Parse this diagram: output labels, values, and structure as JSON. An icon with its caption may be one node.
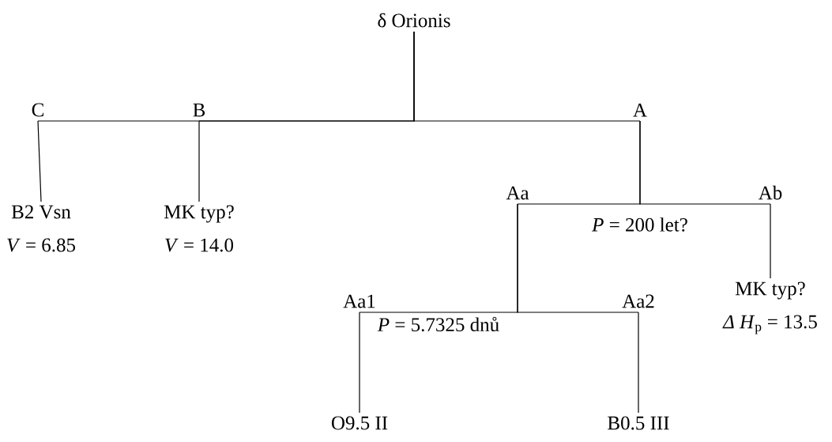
{
  "diagram": {
    "nodes": [
      {
        "text": [
          "δ Orionis"
        ]
      },
      {
        "text": [
          "C"
        ]
      },
      {
        "text": [
          "B"
        ]
      },
      {
        "text": [
          "A"
        ]
      },
      {
        "text": [
          "B2 Vsn",
          "*V* = 6.85"
        ]
      },
      {
        "text": [
          "MK typ?",
          "*V* = 14.0"
        ]
      },
      {
        "text": [
          "Aa"
        ]
      },
      {
        "text": [
          "Ab"
        ]
      },
      {
        "text": [
          "Aa1"
        ]
      },
      {
        "text": [
          "Aa2"
        ]
      },
      {
        "text": [
          "MK typ?",
          "*Δ H*$_{p}$ = 13.5"
        ]
      },
      {
        "text": [
          "O9.5 II"
        ]
      },
      {
        "text": [
          "B0.5 III"
        ]
      }
    ],
    "edges": [
      {
        "from": 0,
        "to": 1,
        "arrow": "none"
      },
      {
        "from": 0,
        "to": 2,
        "arrow": "none"
      },
      {
        "from": 0,
        "to": 3,
        "arrow": "none"
      },
      {
        "from": 1,
        "to": 4,
        "arrow": "none"
      },
      {
        "from": 2,
        "to": 5,
        "arrow": "none"
      },
      {
        "from": 3,
        "to": 6,
        "arrow": "none"
      },
      {
        "from": 3,
        "to": 7,
        "arrow": "none"
      },
      {
        "from": 6,
        "to": 8,
        "arrow": "none"
      },
      {
        "from": 6,
        "to": 9,
        "arrow": "none"
      },
      {
        "from": 7,
        "to": 10,
        "arrow": "none"
      },
      {
        "from": 8,
        "to": 11,
        "arrow": "none"
      },
      {
        "from": 9,
        "to": 12,
        "arrow": "none"
      }
    ],
    "labels": [
      "*P* = 200 let?",
      "*P* = 5.7325 dnů"
    ]
  }
}
